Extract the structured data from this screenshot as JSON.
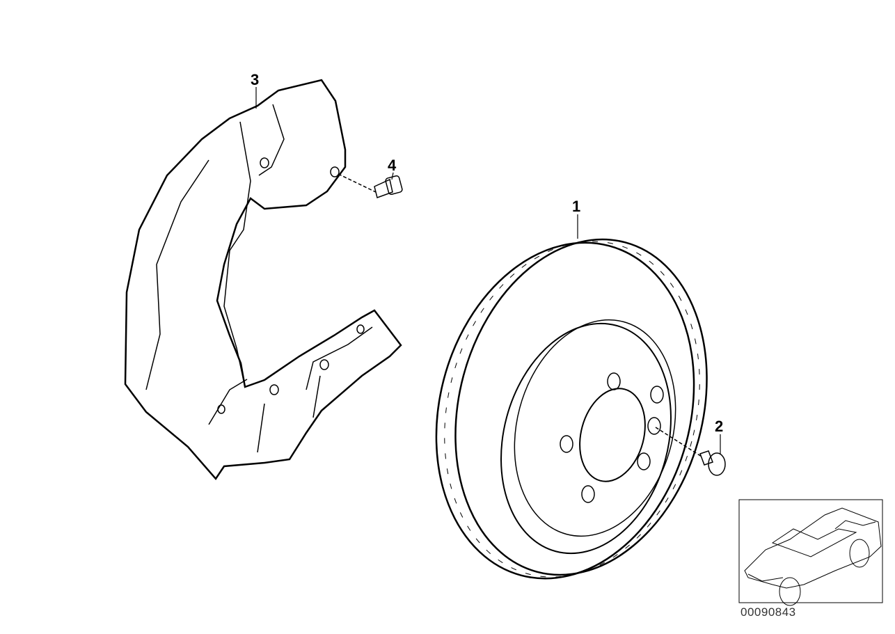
{
  "callouts": {
    "brake_disc": "1",
    "screw_disc": "2",
    "protection_plate": "3",
    "bolt_plate": "4"
  },
  "diagram_number": "00090843",
  "colors": {
    "line": "#000000",
    "background": "#ffffff"
  }
}
